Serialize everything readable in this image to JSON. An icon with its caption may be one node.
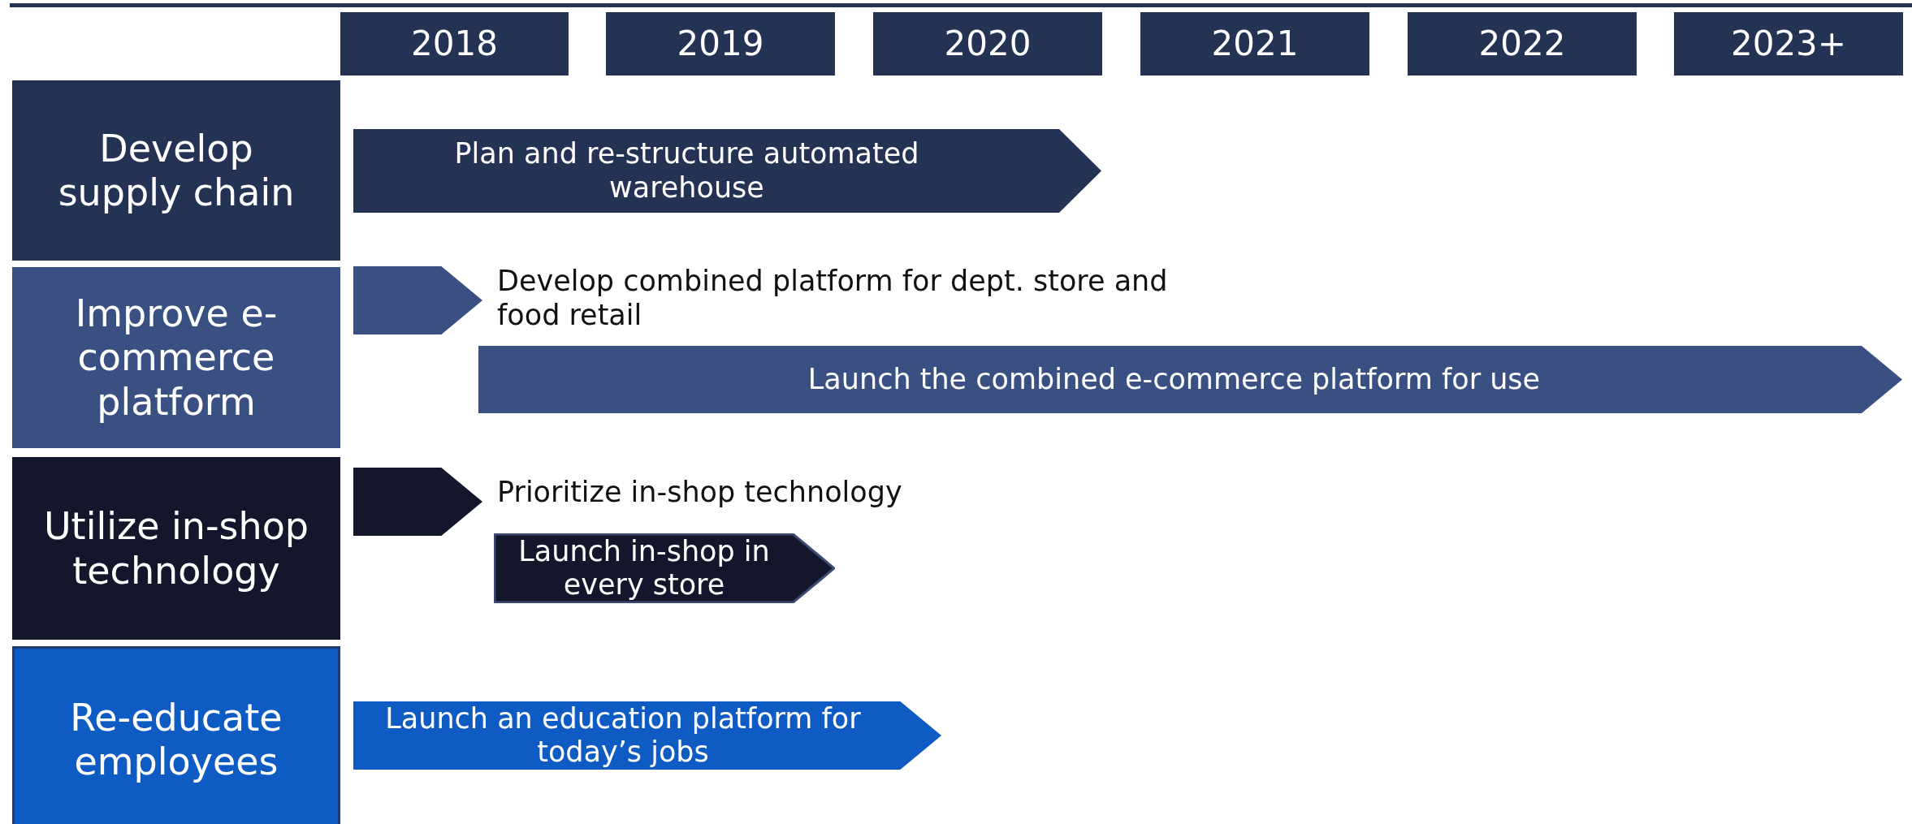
{
  "diagram": {
    "nodes": [
      {
        "text": [
          "2018"
        ]
      },
      {
        "text": [
          "2019"
        ]
      },
      {
        "text": [
          "2020"
        ]
      },
      {
        "text": [
          "2021"
        ]
      },
      {
        "text": [
          "2022"
        ]
      },
      {
        "text": [
          "2023+"
        ]
      },
      {
        "text": [
          "Develop supply chain"
        ]
      },
      {
        "text": [
          "Plan and re-structure automated warehouse"
        ]
      },
      {
        "text": [
          "Improve e-commerce platform"
        ]
      },
      {
        "text": [],
        "shape": "chevron",
        "beside": [
          "Develop combined platform for dept. store and food retail"
        ]
      },
      {
        "text": [
          "Launch the combined e-commerce platform for use"
        ]
      },
      {
        "text": [
          "Utilize in-shop technology"
        ]
      },
      {
        "text": [],
        "shape": "chevron",
        "beside": [
          "Prioritize in-shop technology"
        ]
      },
      {
        "text": [
          "Launch in-shop in every store"
        ]
      },
      {
        "text": [
          "Re-educate employees"
        ]
      },
      {
        "text": [
          "Launch an education platform for today’s jobs"
        ]
      }
    ]
  }
}
